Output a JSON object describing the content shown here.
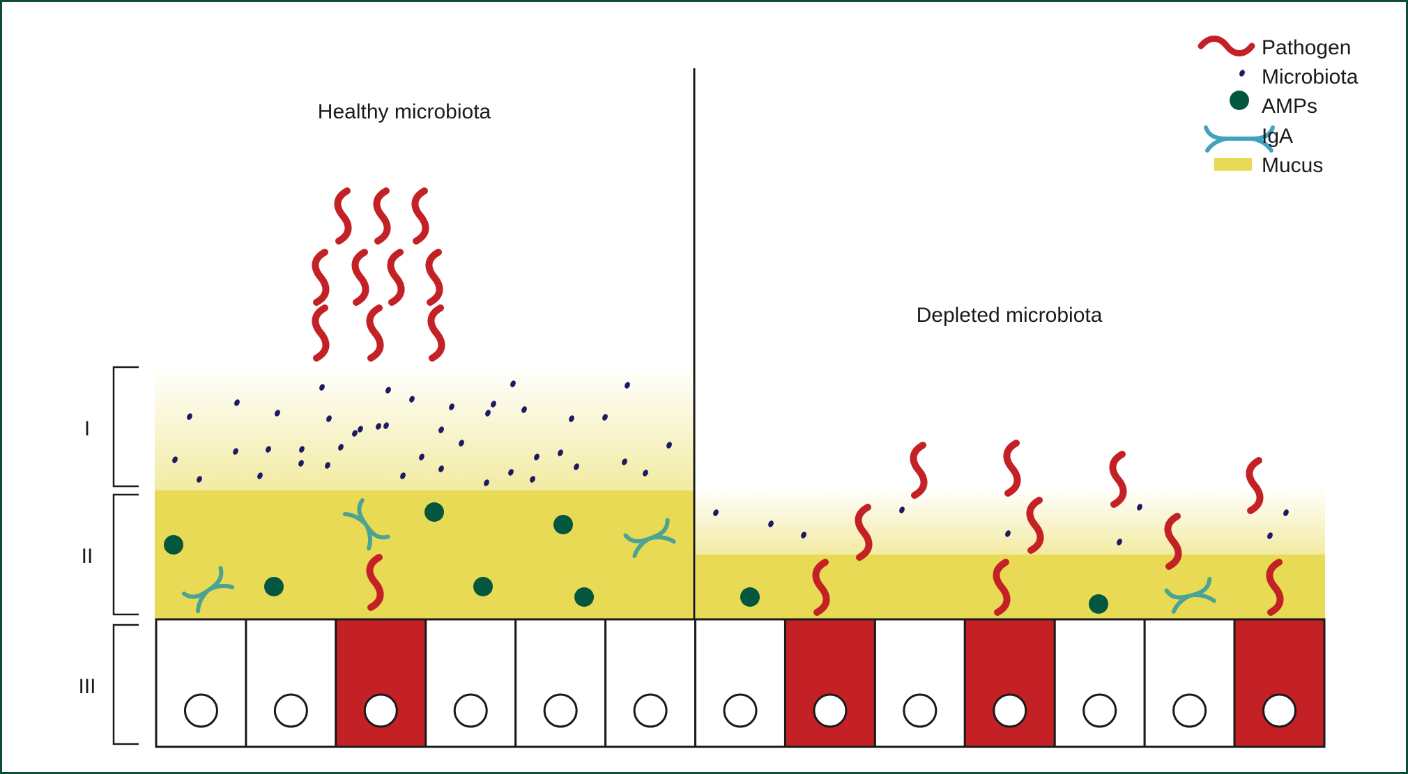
{
  "panels": {
    "left_title": "Healthy microbiota",
    "right_title": "Depleted microbiota"
  },
  "layers": [
    {
      "label": "I"
    },
    {
      "label": "II"
    },
    {
      "label": "III"
    }
  ],
  "legend": [
    {
      "key": "pathogen",
      "label": "Pathogen",
      "icon": "pathogen-icon",
      "color": "#c42126"
    },
    {
      "key": "microbiota",
      "label": "Microbiota",
      "icon": "microbiota-icon",
      "color": "#1c1a63"
    },
    {
      "key": "amps",
      "label": "AMPs",
      "icon": "amps-icon",
      "color": "#04573f"
    },
    {
      "key": "iga",
      "label": "IgA",
      "icon": "iga-icon",
      "color": "#3fa3c0"
    },
    {
      "key": "mucus",
      "label": "Mucus",
      "icon": "mucus-icon",
      "color": "#e8da55"
    }
  ],
  "epithelium": {
    "cell_count": 13,
    "infected_cells": [
      3,
      8,
      10,
      13
    ]
  },
  "colors": {
    "frame": "#0e4d3a",
    "pathogen": "#c42126",
    "microbiota": "#1c1a63",
    "amps": "#04573f",
    "iga": "#3fa3c0",
    "mucus": "#e8da55",
    "infected_cell": "#c42126",
    "outline": "#1a1a1a"
  }
}
